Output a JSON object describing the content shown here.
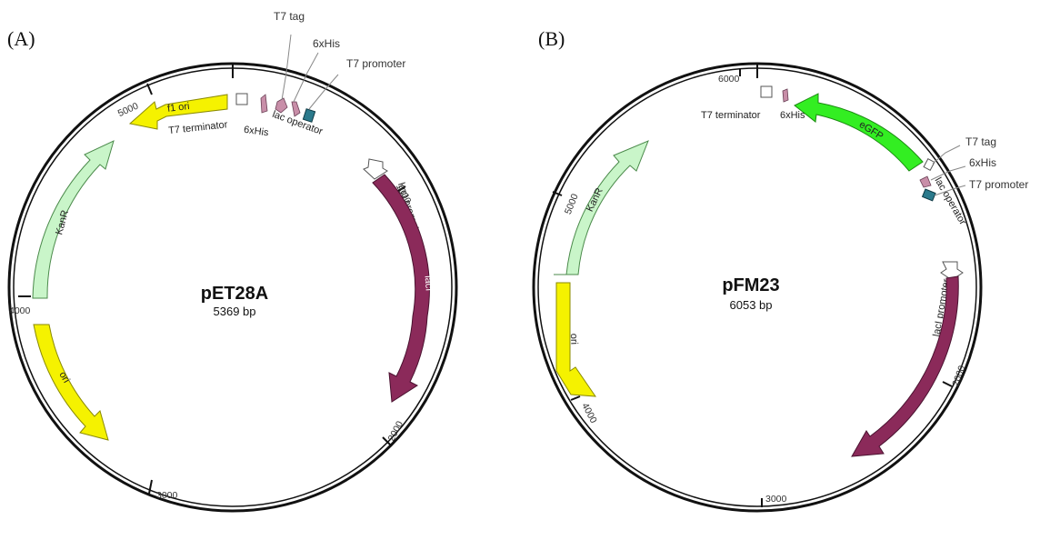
{
  "panelA": {
    "tag": "(A)",
    "name": "pET28A",
    "size": "5369 bp",
    "ticks": [
      "5000",
      "1000",
      "4000",
      "2000",
      "3000"
    ],
    "features": {
      "f1_ori": "f1 ori",
      "t7_terminator": "T7 terminator",
      "his_low": "6xHis",
      "lac_operator": "lac operator",
      "laci_promoter": "lacI promoter",
      "laci": "lacI",
      "kanr": "KanR",
      "ori": "ori"
    },
    "callouts": {
      "t7_tag": "T7 tag",
      "his": "6xHis",
      "t7_promoter": "T7 promoter"
    }
  },
  "panelB": {
    "tag": "(B)",
    "name": "pFM23",
    "size": "6053 bp",
    "ticks": [
      "6000",
      "5000",
      "4000",
      "2000",
      "3000"
    ],
    "features": {
      "t7_terminator": "T7 terminator",
      "his_top": "6xHis",
      "egfp": "eGFP",
      "lac_operator": "lac operator",
      "laci_promoter": "lacI promoter",
      "laci": "lacI",
      "kanr": "KanR",
      "ori": "ori"
    },
    "callouts": {
      "t7_tag": "T7 tag",
      "his": "6xHis",
      "t7_promoter": "T7 promoter"
    }
  },
  "colors": {
    "yellow": "#f5f200",
    "kanr": "#c9f5c9",
    "laci": "#8b2a5a",
    "egfp": "#33ee22",
    "tag": "#c88ea8",
    "promoter": "#2b7a8c"
  }
}
